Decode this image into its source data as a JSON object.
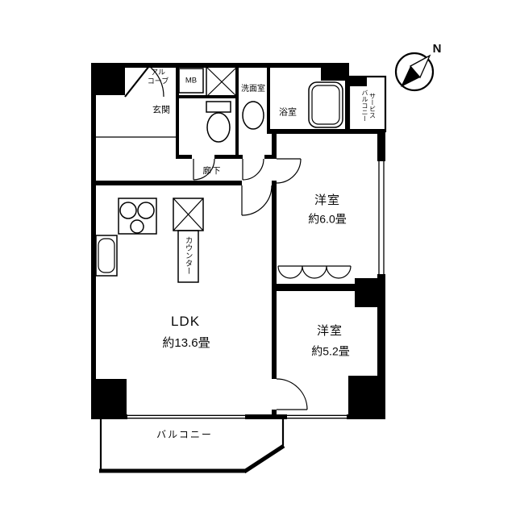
{
  "compass": {
    "north_label": "N"
  },
  "rooms": {
    "alcove": {
      "label": "アル\nコーブ"
    },
    "meter_box": {
      "label": "MB"
    },
    "entrance": {
      "label": "玄関"
    },
    "washroom": {
      "label": "洗面室"
    },
    "bathroom": {
      "label": "浴室"
    },
    "service_balcony": {
      "label": "サービス\nバルコニー"
    },
    "corridor": {
      "label": "廊下"
    },
    "bedroom_6": {
      "label": "洋室",
      "size": "約6.0畳"
    },
    "kitchen_counter": {
      "label": "カウンター"
    },
    "ldk": {
      "label": "LDK",
      "size": "約13.6畳"
    },
    "bedroom_5": {
      "label": "洋室",
      "size": "約5.2畳"
    },
    "balcony": {
      "label": "バルコニー"
    }
  },
  "colors": {
    "wall": "#000000",
    "background": "#ffffff"
  }
}
